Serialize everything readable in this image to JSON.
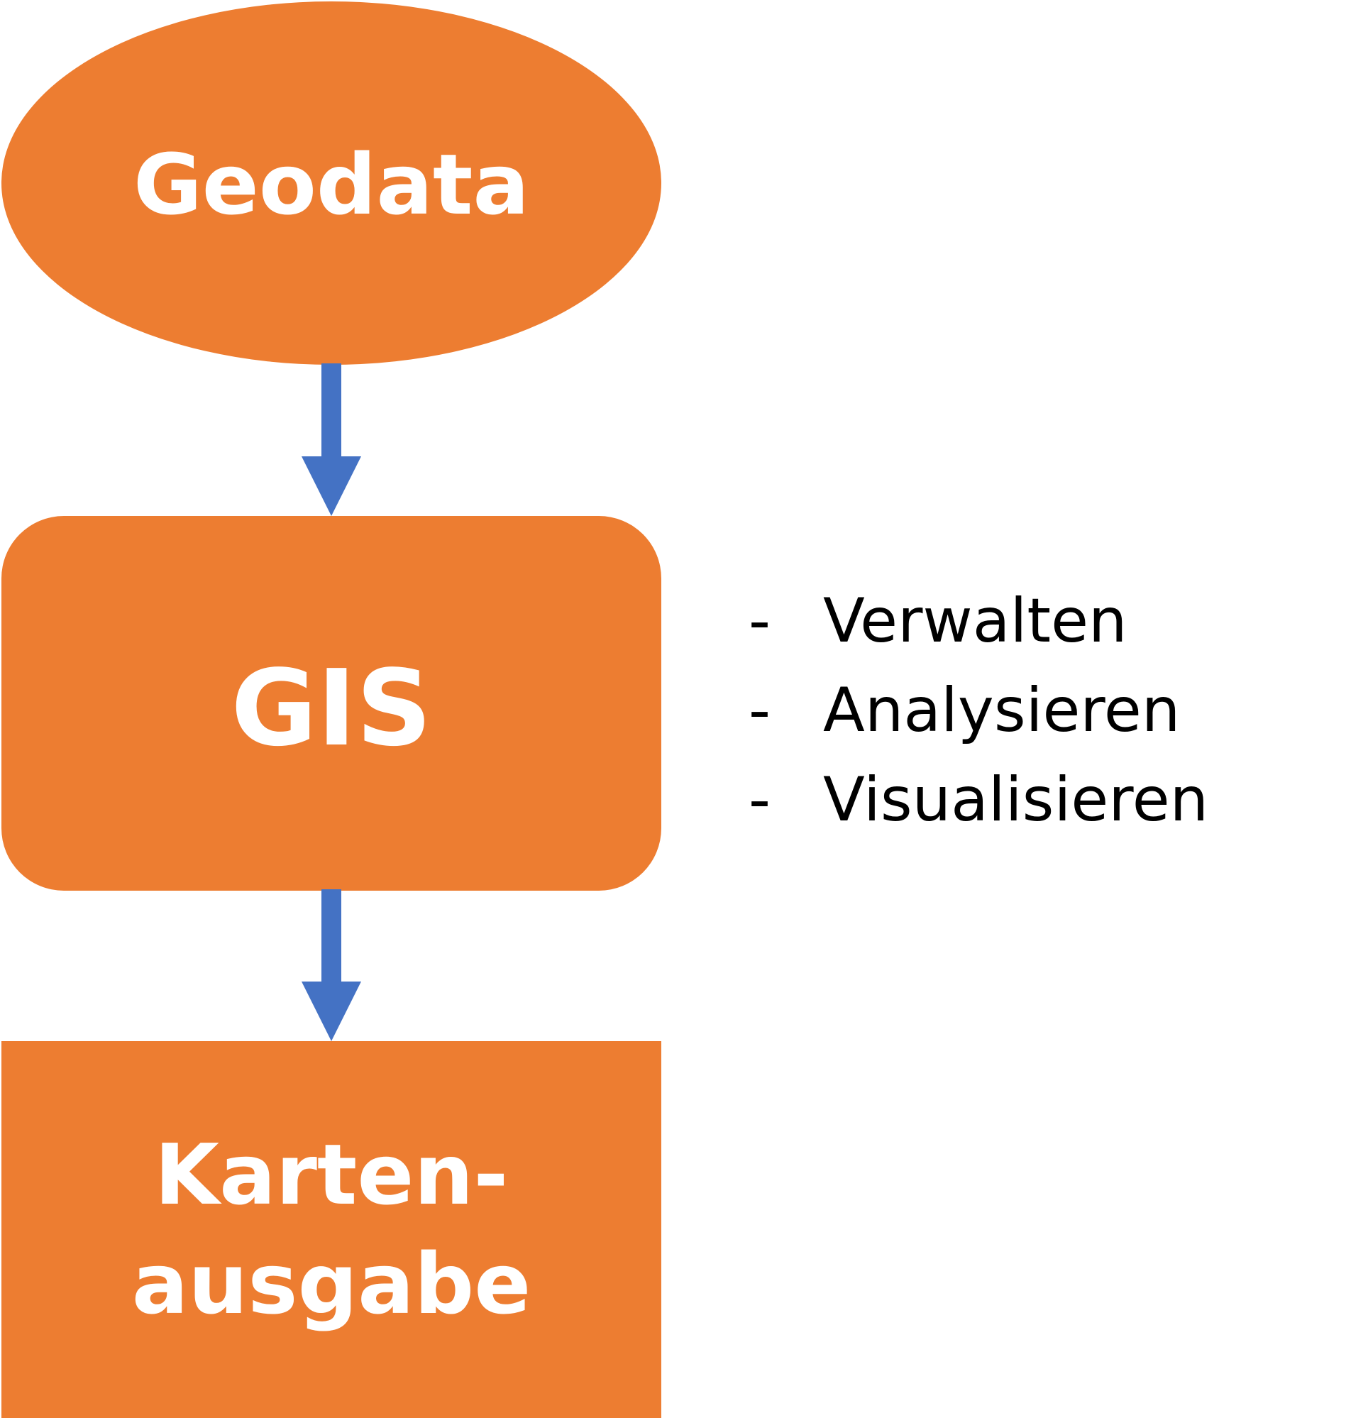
{
  "colors": {
    "node_fill": "#ED7D31",
    "arrow": "#4472C4",
    "node_text": "#FFFFFF",
    "list_text": "#000000"
  },
  "nodes": {
    "start": {
      "shape": "ellipse",
      "label": "Geodata"
    },
    "process": {
      "shape": "rounded-rectangle",
      "label": "GIS"
    },
    "output": {
      "shape": "rectangle",
      "label_line1": "Karten-",
      "label_line2": "ausgabe"
    }
  },
  "edges": [
    {
      "from": "Geodata",
      "to": "GIS"
    },
    {
      "from": "GIS",
      "to": "Karten-ausgabe"
    }
  ],
  "gis_functions": {
    "dash": "-",
    "items": [
      "Verwalten",
      "Analysieren",
      "Visualisieren"
    ]
  }
}
